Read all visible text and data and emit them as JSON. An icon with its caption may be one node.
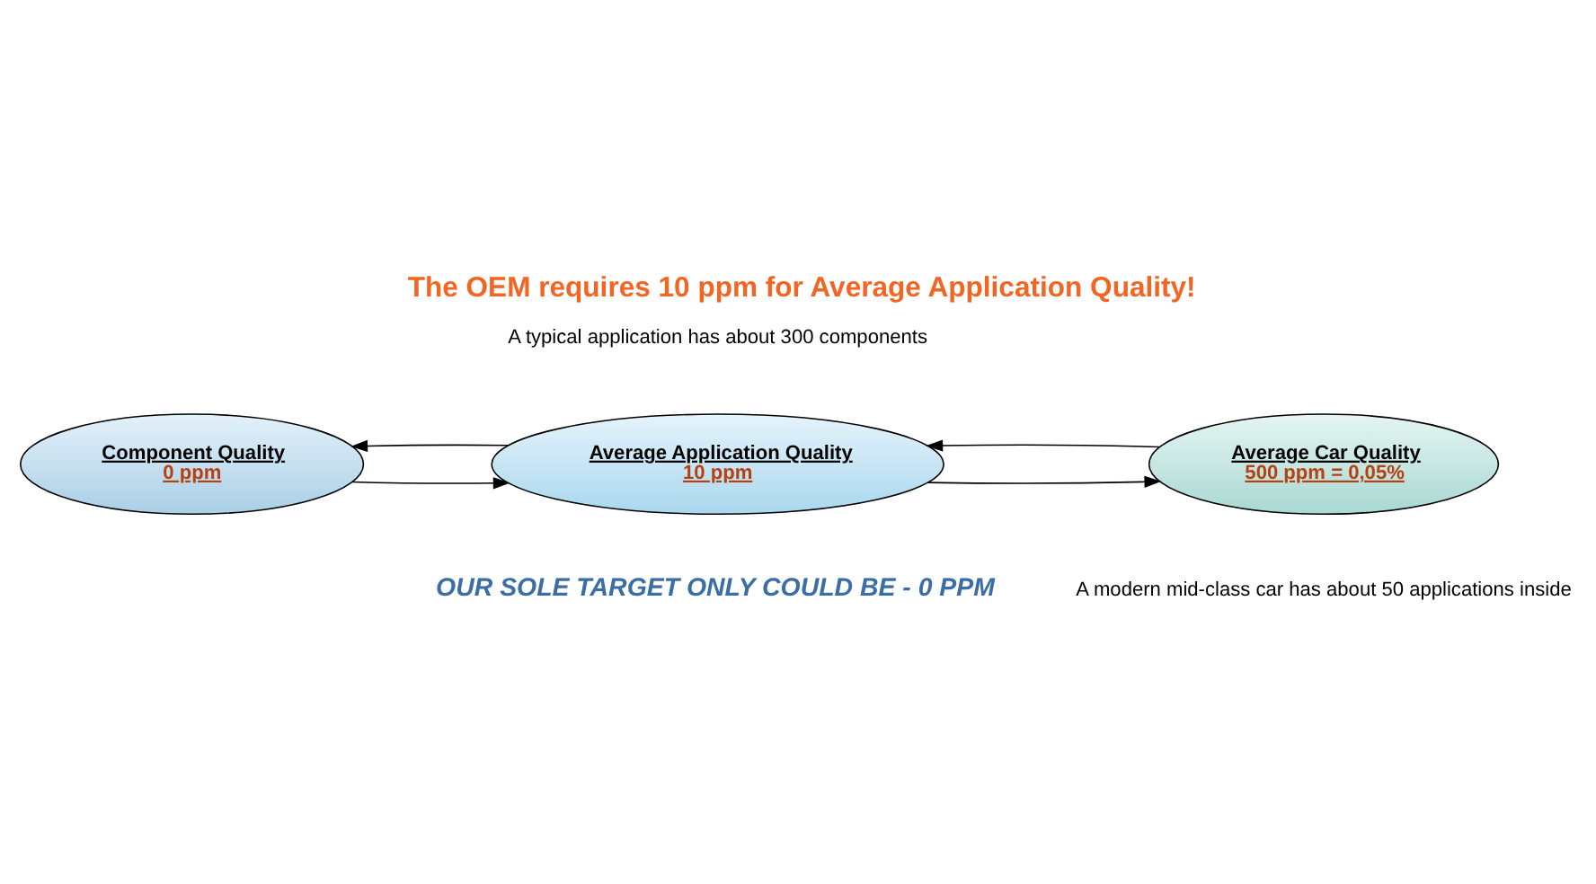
{
  "diagram": {
    "title": "The OEM requires 10 ppm for Average Application Quality!",
    "caption": "OUR SOLE TARGET ONLY COULD BE - 0 PPM",
    "nodes": [
      {
        "text": [
          "Component Quality",
          "0 ppm"
        ]
      },
      {
        "text": [
          "Average Application Quality",
          "10 ppm"
        ]
      },
      {
        "text": [
          "Average Car Quality",
          "500 ppm = 0,05%"
        ]
      }
    ],
    "edges": [
      {
        "from": 0,
        "to": 1,
        "arrow": "to"
      },
      {
        "from": 1,
        "to": 0,
        "arrow": "to"
      },
      {
        "from": 1,
        "to": 2,
        "arrow": "to"
      },
      {
        "from": 2,
        "to": 1,
        "arrow": "to"
      }
    ],
    "labels": [
      "A typical application has about 300 components",
      "A modern mid-class car has about 50 applications inside"
    ]
  }
}
